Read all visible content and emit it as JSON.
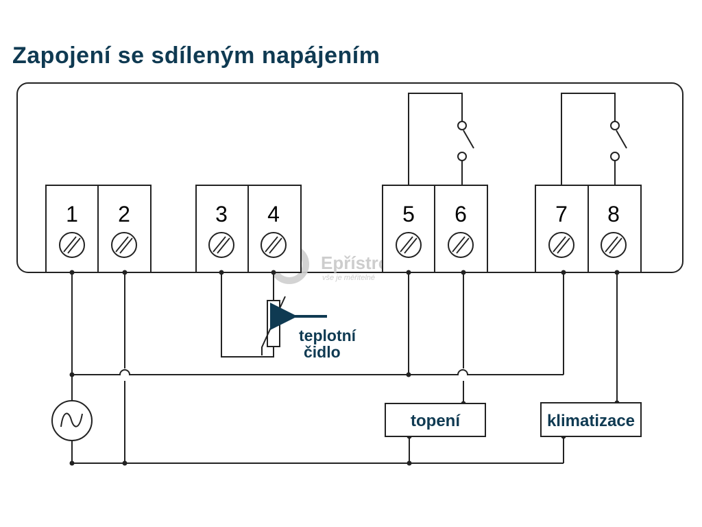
{
  "title": "Zapojení se sdíleným napájením",
  "colors": {
    "title": "#0f3a52",
    "line": "#222222",
    "arrow": "#0f3a52",
    "watermark": "#c8c8c8"
  },
  "terminals": [
    {
      "number": "1"
    },
    {
      "number": "2"
    },
    {
      "number": "3"
    },
    {
      "number": "4"
    },
    {
      "number": "5"
    },
    {
      "number": "6"
    },
    {
      "number": "7"
    },
    {
      "number": "8"
    }
  ],
  "sensor": {
    "line1": "teplotní",
    "line2": "čidlo"
  },
  "loads": {
    "heating": "topení",
    "cooling": "klimatizace"
  },
  "icons": {
    "power_source": "ac-source-icon",
    "sensor": "thermistor-icon",
    "relay": "relay-switch-icon",
    "screw": "screw-terminal-icon"
  },
  "watermark": {
    "name": "Epřístroje.cz",
    "tagline": "vše je měřitelné"
  }
}
